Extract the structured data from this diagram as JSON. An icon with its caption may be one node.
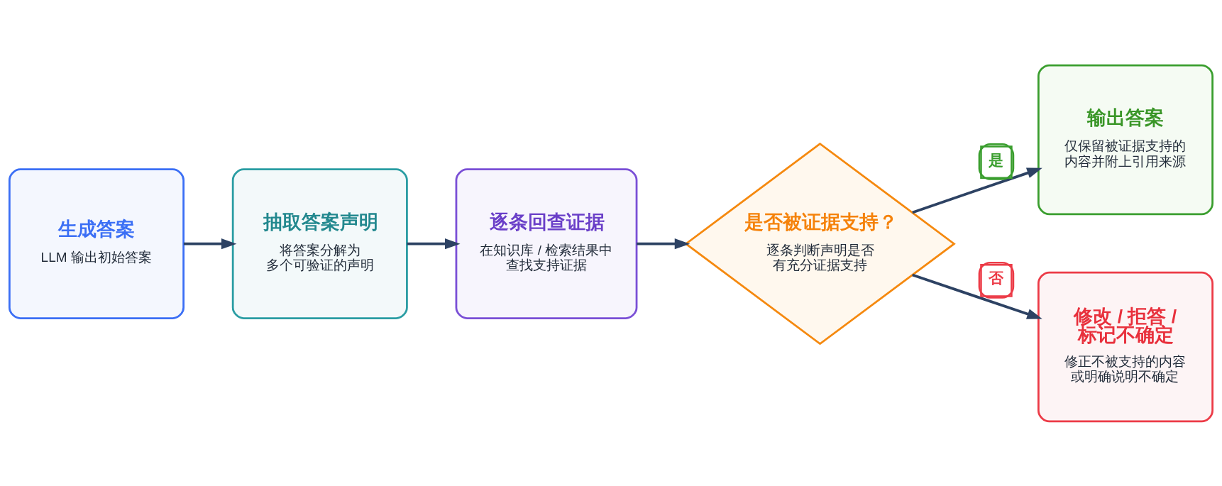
{
  "diagram": {
    "nodes": [
      {
        "text": [
          "生成答案",
          "LLM 输出初始答案"
        ]
      },
      {
        "text": [
          "抽取答案声明",
          "将答案分解为多个可验证的声明"
        ]
      },
      {
        "text": [
          "逐条回查证据",
          "在知识库 / 检索结果中查找支持证据"
        ]
      },
      {
        "text": [
          "是否被证据支持？",
          "逐条判断声明是否有充分证据支持"
        ]
      },
      {
        "text": [
          "输出答案",
          "仅保留被证据支持的内容并附上引用来源"
        ]
      },
      {
        "text": [
          "修改 / 拒答 / 标记不确定",
          "修正不被支持的内容或明确说明不确定"
        ]
      }
    ],
    "edges": [
      {
        "from": 0,
        "to": 1,
        "arrow": "to"
      },
      {
        "from": 1,
        "to": 2,
        "arrow": "to"
      },
      {
        "from": 2,
        "to": 3,
        "arrow": "to"
      },
      {
        "from": 3,
        "to": 4,
        "arrow": "to",
        "label": "是"
      },
      {
        "from": 3,
        "to": 5,
        "arrow": "to",
        "label": "否"
      }
    ]
  }
}
